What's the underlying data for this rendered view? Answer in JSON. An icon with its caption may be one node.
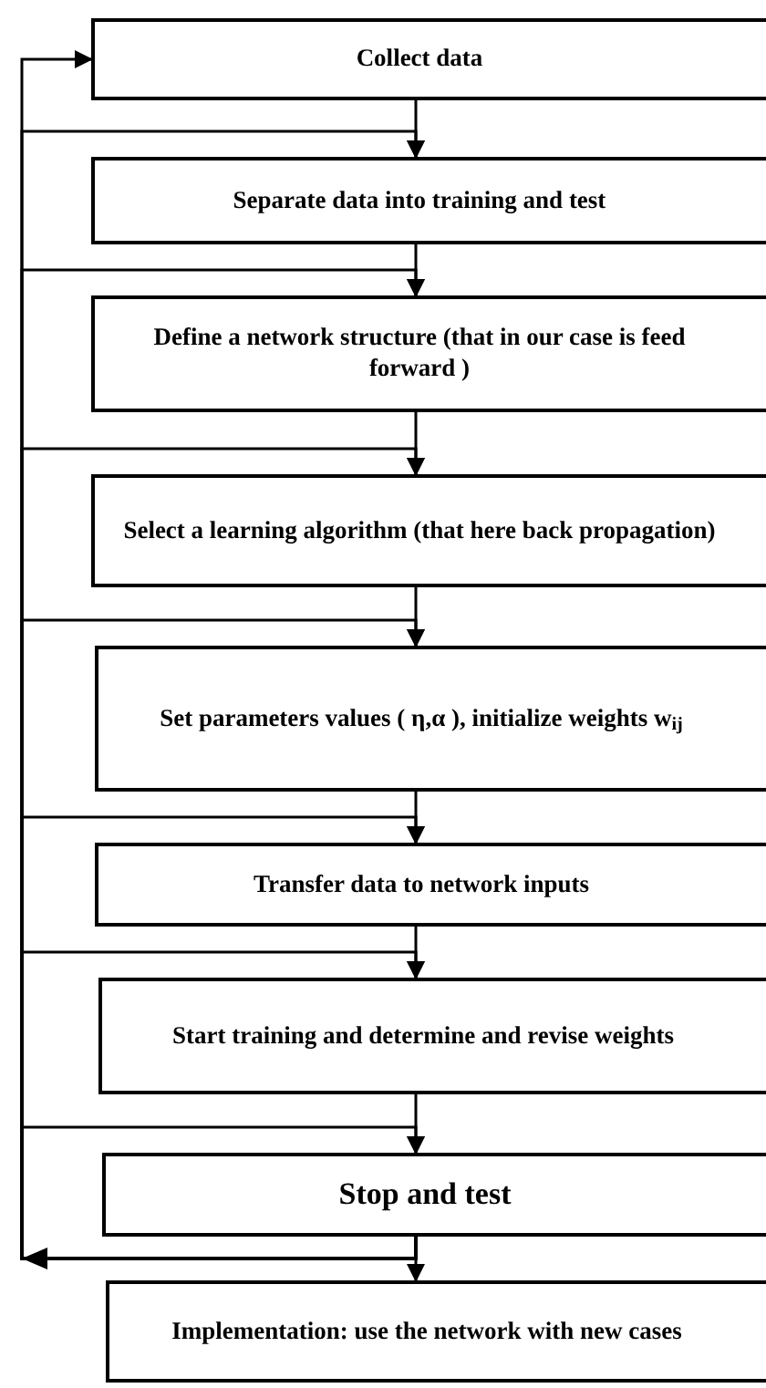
{
  "diagram": {
    "nodes": [
      {
        "text": [
          "Collect data"
        ]
      },
      {
        "text": [
          "Separate data into training and test"
        ]
      },
      {
        "text": [
          "Define a network structure (that in our case is feed forward )"
        ]
      },
      {
        "text": [
          "Select a learning algorithm (that here back propagation)"
        ]
      },
      {
        "text": [
          "Set parameters values ( η,α ), initialize weights w$_{ij}$"
        ]
      },
      {
        "text": [
          "Transfer data to network inputs"
        ]
      },
      {
        "text": [
          "Start training and determine and revise weights"
        ]
      },
      {
        "text": [
          "Stop and test"
        ]
      },
      {
        "text": [
          "Implementation: use the network with new cases"
        ]
      }
    ],
    "edges": [
      {
        "from": 0,
        "to": 1,
        "arrow": "to"
      },
      {
        "from": 1,
        "to": 2,
        "arrow": "to"
      },
      {
        "from": 2,
        "to": 3,
        "arrow": "to"
      },
      {
        "from": 3,
        "to": 4,
        "arrow": "to"
      },
      {
        "from": 4,
        "to": 5,
        "arrow": "to"
      },
      {
        "from": 5,
        "to": 6,
        "arrow": "to"
      },
      {
        "from": 6,
        "to": 7,
        "arrow": "to"
      },
      {
        "from": 7,
        "to": 8,
        "arrow": "to"
      },
      {
        "from": 7,
        "to": 0,
        "arrow": "to"
      },
      {
        "from": 7,
        "to": 1,
        "arrow": "to"
      },
      {
        "from": 7,
        "to": 2,
        "arrow": "to"
      },
      {
        "from": 7,
        "to": 3,
        "arrow": "to"
      },
      {
        "from": 7,
        "to": 4,
        "arrow": "to"
      },
      {
        "from": 7,
        "to": 5,
        "arrow": "to"
      },
      {
        "from": 7,
        "to": 6,
        "arrow": "to"
      },
      {
        "from": 7,
        "to": 7,
        "arrow": "to"
      }
    ]
  }
}
